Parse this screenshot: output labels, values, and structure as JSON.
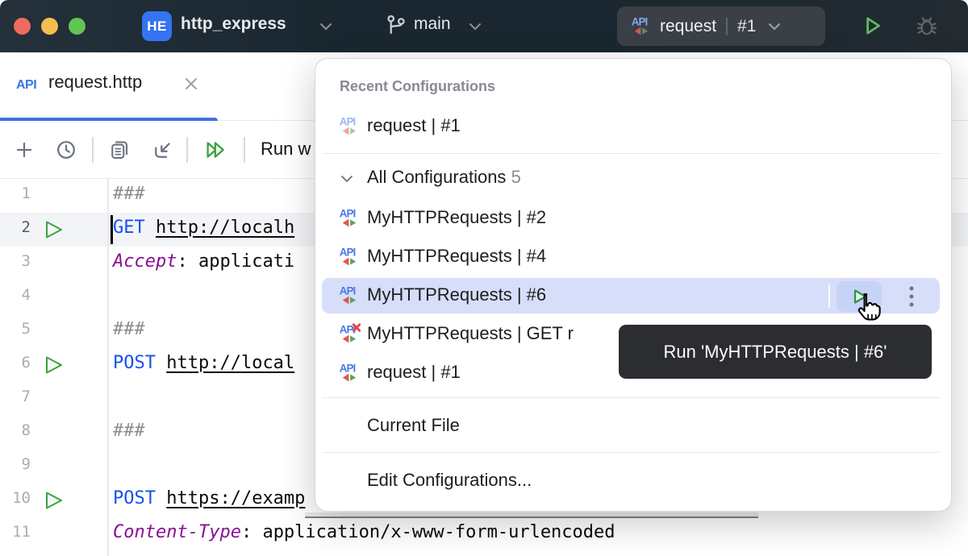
{
  "colors": {
    "accent_blue": "#3574f0",
    "progress_blue": "#4070e0",
    "run_green": "#3fa142",
    "selection_blue": "#d6def9",
    "titlebar_bg": "#1b2730",
    "method_blue": "#1750eb",
    "header_purple": "#871094",
    "comment_gray": "#8a8d90",
    "tooltip_bg": "#2b2d31"
  },
  "icons": {
    "api_label": "API"
  },
  "titlebar": {
    "traffic_lights": [
      "#ee6a5f",
      "#f5bd4f",
      "#61c554"
    ],
    "project_badge": "HE",
    "project_name": "http_express",
    "branch_name": "main",
    "run_config": {
      "name": "request",
      "number": "#1"
    }
  },
  "tabbar": {
    "tab": {
      "icon_label": "API",
      "title": "request.http"
    }
  },
  "toolbar": {
    "run_with_label": "Run w"
  },
  "editor": {
    "lines": [
      {
        "n": "1",
        "segs": [
          {
            "t": "###",
            "c": "comment"
          }
        ]
      },
      {
        "n": "2",
        "run": true,
        "current": true,
        "caret": true,
        "segs": [
          {
            "t": "GET",
            "c": "method"
          },
          {
            "t": " ",
            "c": "plain"
          },
          {
            "t": "http://localh",
            "c": "url"
          }
        ]
      },
      {
        "n": "3",
        "segs": [
          {
            "t": "Accept",
            "c": "hkey"
          },
          {
            "t": ": applicati",
            "c": "plain"
          }
        ]
      },
      {
        "n": "4",
        "segs": []
      },
      {
        "n": "5",
        "segs": [
          {
            "t": "###",
            "c": "comment"
          }
        ]
      },
      {
        "n": "6",
        "run": true,
        "segs": [
          {
            "t": "POST",
            "c": "method"
          },
          {
            "t": " ",
            "c": "plain"
          },
          {
            "t": "http://local",
            "c": "url"
          }
        ]
      },
      {
        "n": "7",
        "segs": []
      },
      {
        "n": "8",
        "segs": [
          {
            "t": "###",
            "c": "comment"
          }
        ]
      },
      {
        "n": "9",
        "segs": []
      },
      {
        "n": "10",
        "run": true,
        "segs": [
          {
            "t": "POST",
            "c": "method"
          },
          {
            "t": " ",
            "c": "plain"
          },
          {
            "t": "https://examp",
            "c": "url"
          }
        ]
      },
      {
        "n": "11",
        "segs": [
          {
            "t": "Content-Type",
            "c": "hkey"
          },
          {
            "t": ": application/x-www-form-urlencoded",
            "c": "plain"
          }
        ]
      }
    ]
  },
  "popup": {
    "header": "Recent Configurations",
    "recent_items": [
      {
        "label": "request | #1"
      }
    ],
    "all_header": "All Configurations",
    "all_count": "5",
    "items": [
      {
        "label": "MyHTTPRequests | #2"
      },
      {
        "label": "MyHTTPRequests | #4"
      },
      {
        "label": "MyHTTPRequests | #6",
        "selected": true
      },
      {
        "label": "MyHTTPRequests | GET r",
        "invalid": true
      },
      {
        "label": "request | #1"
      }
    ],
    "footer_items": [
      "Current File",
      "Edit Configurations..."
    ]
  },
  "tooltip": {
    "text": "Run 'MyHTTPRequests | #6'"
  }
}
